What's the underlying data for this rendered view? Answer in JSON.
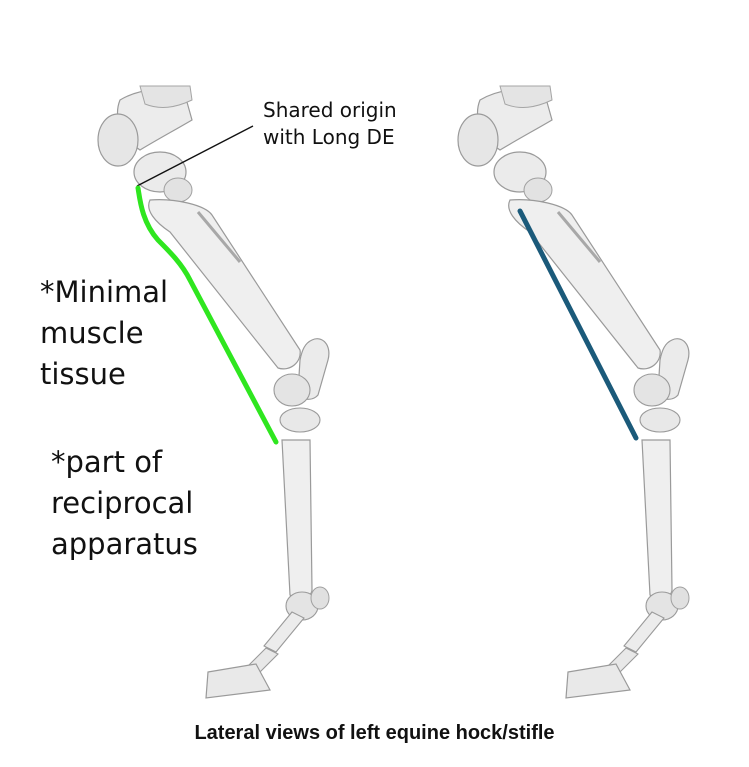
{
  "annotations": {
    "callout": {
      "line1": "Shared origin",
      "line2": "with Long DE"
    },
    "note_minimal": {
      "line1": "*Minimal",
      "line2": "muscle",
      "line3": "tissue"
    },
    "note_reciprocal": {
      "line1": "*part of",
      "line2": "reciprocal",
      "line3": "apparatus"
    }
  },
  "caption": "Lateral views of left equine hock/stifle",
  "colors": {
    "left_muscle_line": "#2fe61f",
    "right_muscle_line": "#1b5a7a",
    "bone_fill": "#ededed",
    "bone_stroke": "#9a9a9a",
    "text": "#111111"
  },
  "icons": {
    "left_figure": "equine-hindlimb-skeleton-icon",
    "right_figure": "equine-hindlimb-skeleton-icon"
  }
}
